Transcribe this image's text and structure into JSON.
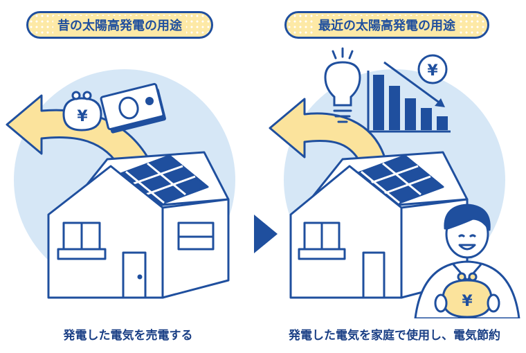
{
  "left": {
    "title": "昔の太陽高発電の用途",
    "caption": "発電した電気を売電する",
    "yen_symbol": "¥"
  },
  "right": {
    "title": "最近の太陽高発電の用途",
    "caption": "発電した電気を家庭で使用し、電気節約",
    "yen_symbol": "¥"
  },
  "colors": {
    "navy": "#1f4f9e",
    "circle": "#d6e7f6",
    "arrow_yellow": "#fbe39c",
    "cream": "#fde9a6"
  }
}
